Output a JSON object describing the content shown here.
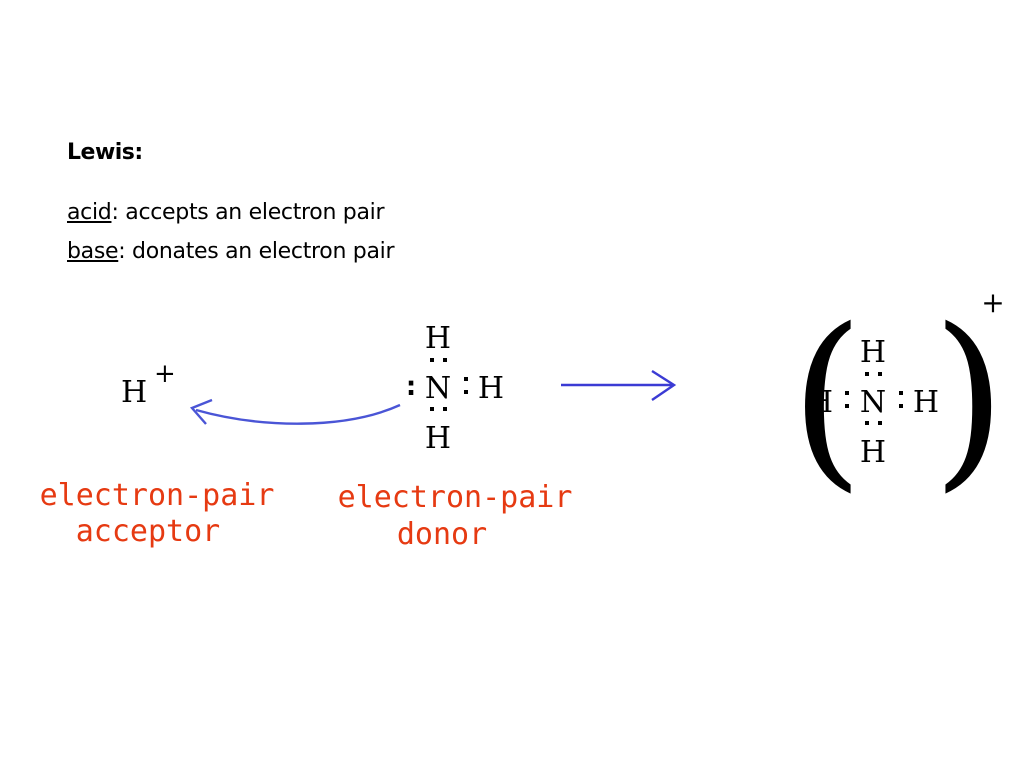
{
  "heading": "Lewis:",
  "definitions": {
    "acid": {
      "term": "acid",
      "text": ": accepts an electron pair"
    },
    "base": {
      "term": "base",
      "text": ": donates an electron pair"
    }
  },
  "reaction": {
    "acceptor": {
      "symbol": "H",
      "charge": "+",
      "label_line1": "electron-pair",
      "label_line2": "acceptor"
    },
    "donor": {
      "center": "N",
      "top": "H",
      "right": "H",
      "bottom": "H",
      "lone_pair": ":",
      "label_line1": "electron-pair",
      "label_line2": "donor"
    },
    "product": {
      "center": "N",
      "top": "H",
      "left": "H",
      "right": "H",
      "bottom": "H",
      "open_bracket": "(",
      "close_bracket": ")",
      "charge": "+"
    }
  },
  "colors": {
    "text": "#000000",
    "label": "#e63a12",
    "curved_arrow": "#4a55d6",
    "reaction_arrow": "#3b3bd4"
  }
}
